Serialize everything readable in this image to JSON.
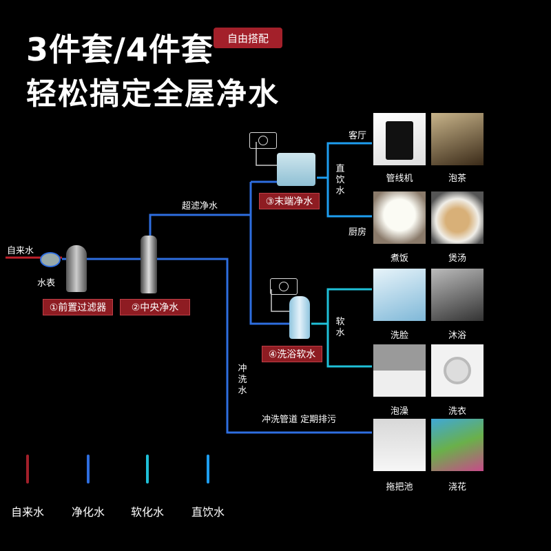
{
  "header": {
    "title_line1": "3件套/4件套",
    "title_line2": "轻松搞定全屋净水",
    "badge": "自由搭配"
  },
  "devices": {
    "pre_filter": "①前置过滤器",
    "central": "②中央净水",
    "terminal": "③末端净水",
    "softener": "④洗浴软水"
  },
  "labels": {
    "tap_water": "自来水",
    "meter": "水表",
    "ultra_filter": "超滤净水",
    "living_room": "客厅",
    "kitchen": "厨房",
    "direct_drink": "直饮水",
    "soft_water": "软水",
    "flush": "冲洗水",
    "flush_pipe": "冲洗管道 定期排污"
  },
  "scenes": [
    {
      "label": "管线机",
      "icon": "pipeline-dispenser-image"
    },
    {
      "label": "泡茶",
      "icon": "tea-image"
    },
    {
      "label": "煮饭",
      "icon": "rice-image"
    },
    {
      "label": "煲汤",
      "icon": "soup-image"
    },
    {
      "label": "洗脸",
      "icon": "face-wash-image"
    },
    {
      "label": "沐浴",
      "icon": "shower-image"
    },
    {
      "label": "泡澡",
      "icon": "bathtub-image"
    },
    {
      "label": "洗衣",
      "icon": "washing-machine-image"
    },
    {
      "label": "拖把池",
      "icon": "mop-sink-image"
    },
    {
      "label": "浇花",
      "icon": "watering-flowers-image"
    }
  ],
  "legend": [
    {
      "label": "自来水",
      "color": "#a3202a"
    },
    {
      "label": "净化水",
      "color": "#2e6ee0"
    },
    {
      "label": "软化水",
      "color": "#1fc0d8"
    },
    {
      "label": "直饮水",
      "color": "#1e9ef0"
    }
  ],
  "colors": {
    "tap": "#c0202a",
    "purified": "#2e6ee0",
    "soft": "#1fc0d8",
    "direct": "#1e9ef0",
    "accent": "#8e1c22"
  }
}
